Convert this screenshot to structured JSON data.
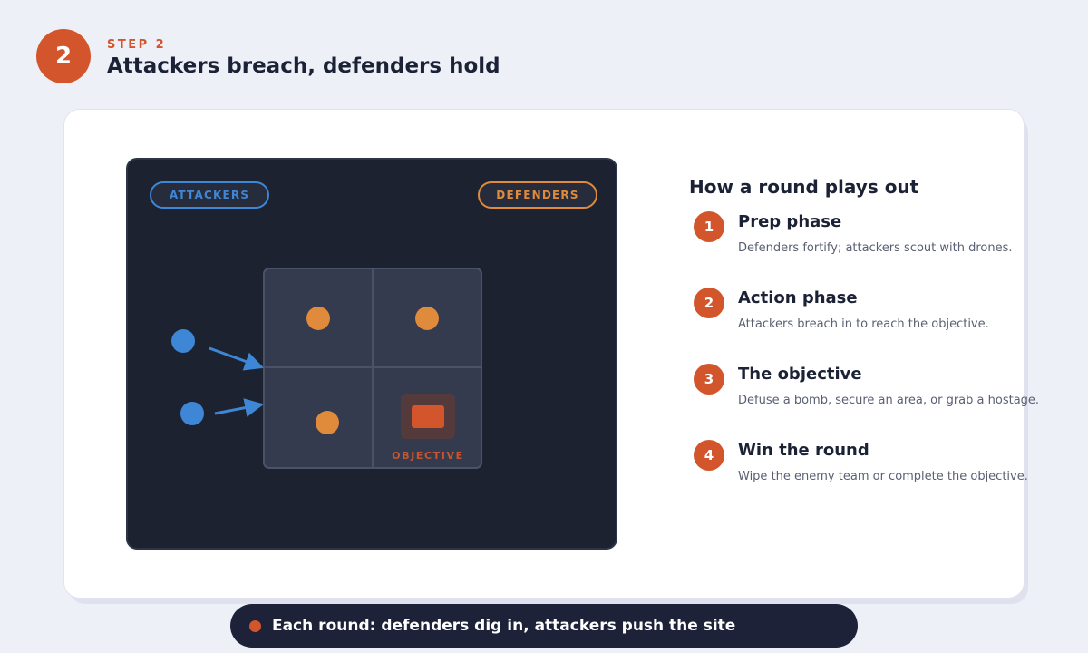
{
  "header": {
    "step_number": "2",
    "step_label": "STEP 2",
    "title": "Attackers breach, defenders hold"
  },
  "map": {
    "attackers_label": "ATTACKERS",
    "defenders_label": "DEFENDERS",
    "objective_label": "OBJECTIVE",
    "colors": {
      "attacker": "#3e86d6",
      "defender": "#e08a3c",
      "objective": "#d2552c",
      "background": "#1d2230",
      "room": "#343b4e"
    }
  },
  "panel": {
    "title": "How a round plays out",
    "phases": [
      {
        "number": "1",
        "title": "Prep phase",
        "description": "Defenders fortify; attackers scout with drones."
      },
      {
        "number": "2",
        "title": "Action phase",
        "description": "Attackers breach in to reach the objective."
      },
      {
        "number": "3",
        "title": "The objective",
        "description": "Defuse a bomb, secure an area, or grab a hostage."
      },
      {
        "number": "4",
        "title": "Win the round",
        "description": "Wipe the enemy team or complete the objective."
      }
    ]
  },
  "footer": {
    "text": "Each round: defenders dig in, attackers push the site"
  },
  "colors": {
    "accent": "#d2552c",
    "page_background": "#eef0f8",
    "card_background": "#ffffff",
    "footer_background": "#1d2238"
  }
}
